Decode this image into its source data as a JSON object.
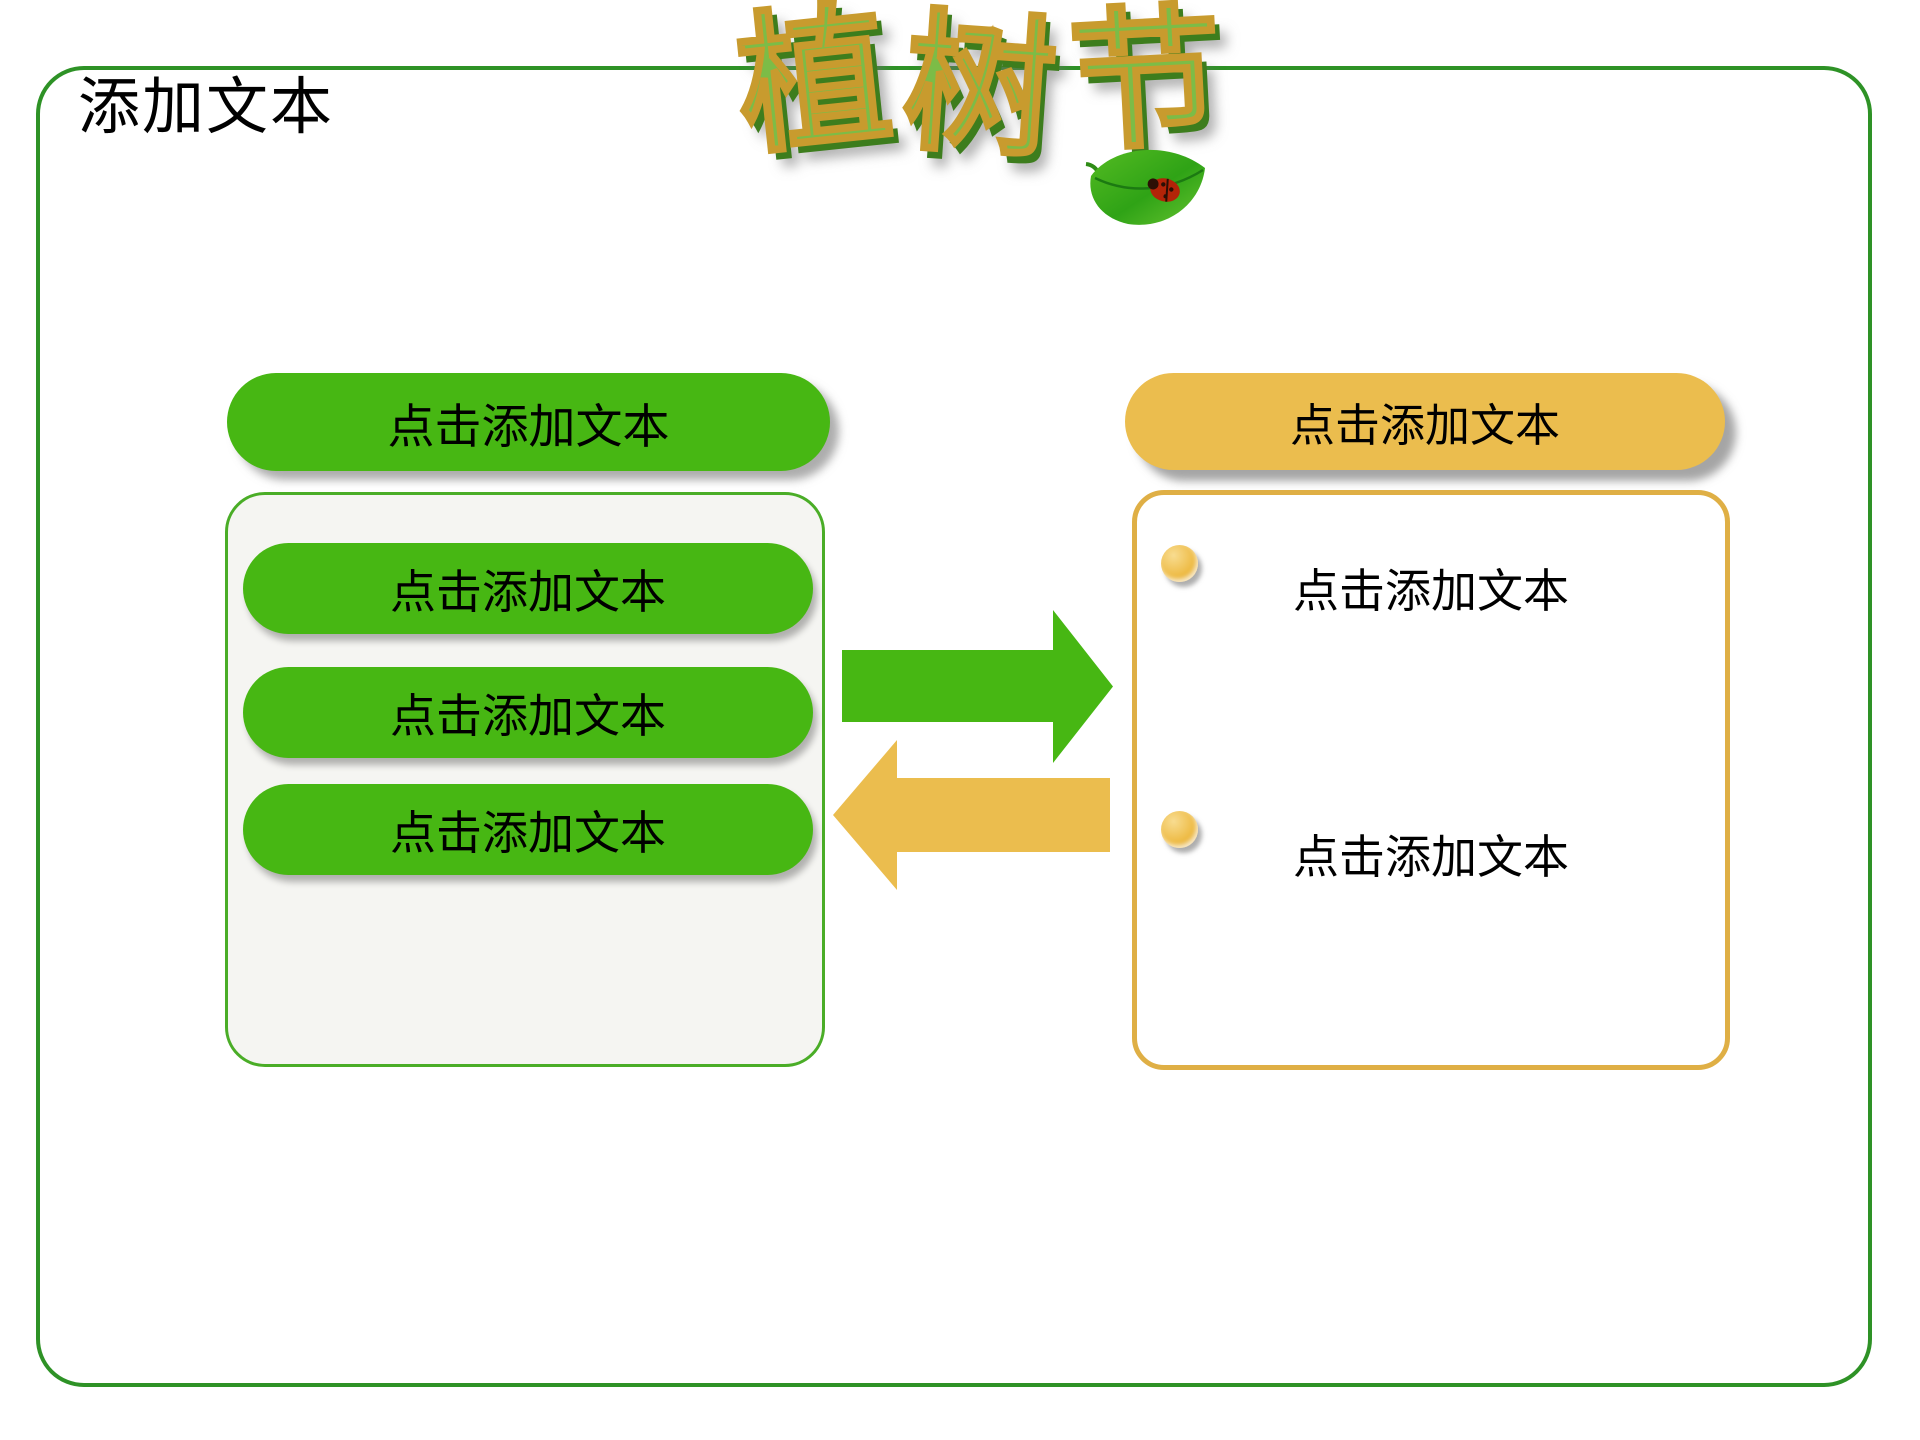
{
  "slide": {
    "title": "添加文本",
    "logo": {
      "name": "植树节",
      "char1": "植",
      "char2": "树",
      "char3": "节",
      "leaf_icon": "leaf-with-ladybug"
    },
    "left": {
      "header": "点击添加文本",
      "items": [
        "点击添加文本",
        "点击添加文本",
        "点击添加文本"
      ]
    },
    "right": {
      "header": "点击添加文本",
      "bullets": [
        "点击添加文本",
        "点击添加文本"
      ]
    },
    "colors": {
      "accent_green": "#47b713",
      "frame_green": "#2e9226",
      "panel_border_green": "#4aad27",
      "accent_yellow": "#ebbd4e",
      "yellow_border": "#dfaf45",
      "panel_bg": "#f5f5f2"
    }
  }
}
